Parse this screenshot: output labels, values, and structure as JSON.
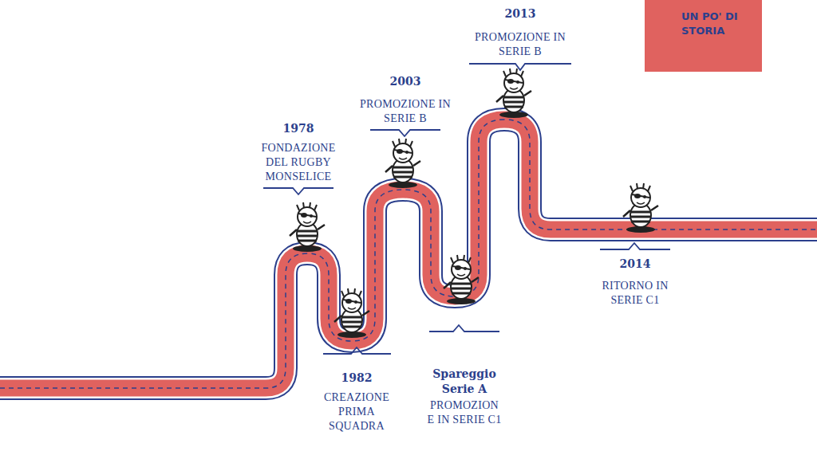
{
  "diagram": {
    "title": "UN PO' DI STORIA",
    "labels": [
      "2013",
      "PROMOZIONE IN SERIE B",
      "2003",
      "PROMOZIONE IN SERIE B",
      "1978",
      "FONDAZIONE DEL RUGBY MONSELICE",
      "2014",
      "RITORNO IN SERIE C1",
      "1982",
      "CREAZIONE PRIMA SQUADRA",
      "Spareggio Serie A",
      "PROMOZION E IN SERIE C1"
    ]
  }
}
